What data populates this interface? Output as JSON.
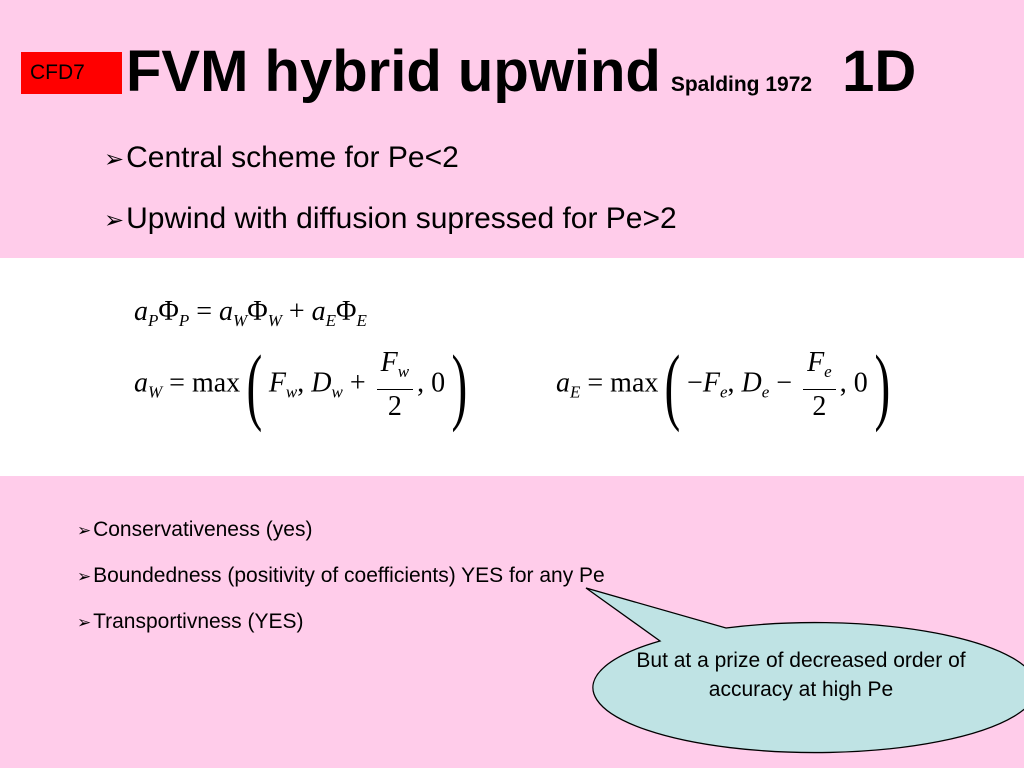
{
  "badge": "CFD7",
  "title": {
    "main": "FVM hybrid upwind",
    "sub": "Spalding 1972",
    "dim": "1D"
  },
  "top_bullets": [
    "Central scheme for Pe<2",
    "Upwind with diffusion supressed for Pe>2"
  ],
  "bottom_bullets": [
    "Conservativeness (yes)",
    "Boundedness (positivity of coefficients)  YES for any Pe",
    "Transportivness (YES)"
  ],
  "callout": "But at a prize of decreased order of accuracy at high Pe",
  "colors": {
    "background": "#ffccea",
    "badge": "#ff0000",
    "callout_fill": "#bfe3e4"
  }
}
